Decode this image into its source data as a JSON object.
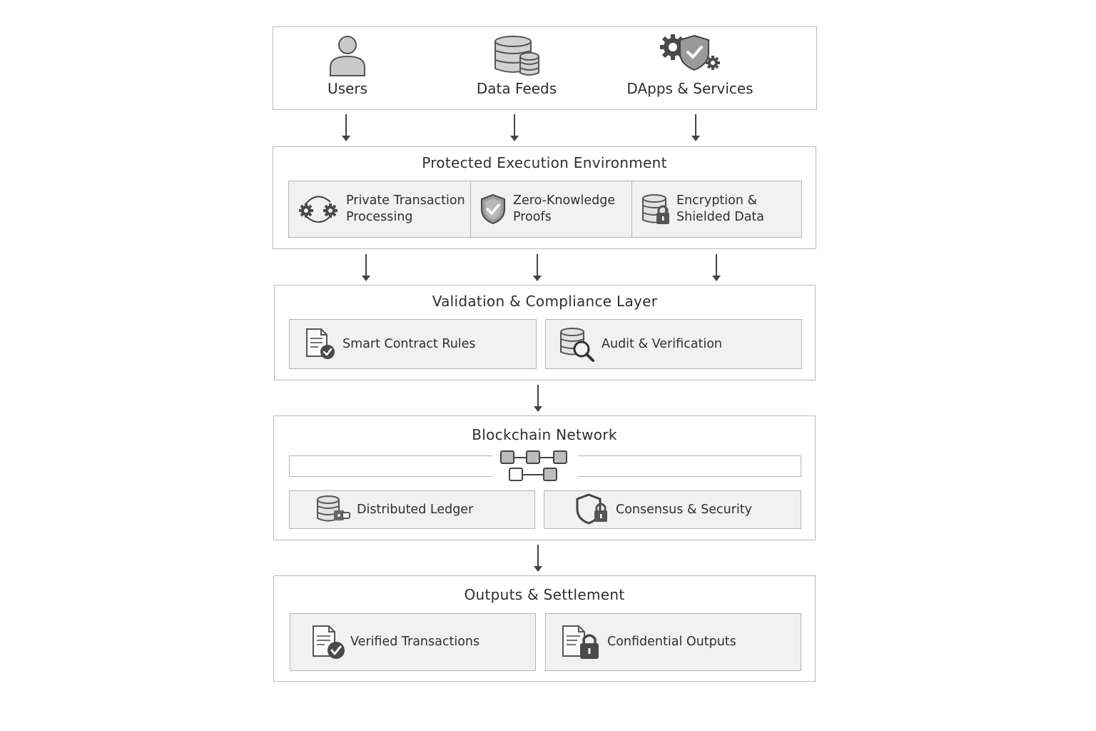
{
  "sources": {
    "users": "Users",
    "data_feeds": "Data Feeds",
    "dapps": "DApps & Services"
  },
  "protected_env": {
    "title": "Protected Execution Environment",
    "private_tx": [
      "Private Transaction",
      "Processing"
    ],
    "zk_proofs": [
      "Zero-Knowledge",
      "Proofs"
    ],
    "encryption": [
      "Encryption &",
      "Shielded Data"
    ]
  },
  "validation": {
    "title": "Validation & Compliance Layer",
    "smart_contract": "Smart Contract Rules",
    "audit": "Audit & Verification"
  },
  "blockchain": {
    "title": "Blockchain Network",
    "ledger": "Distributed Ledger",
    "consensus": "Consensus & Security"
  },
  "outputs": {
    "title": "Outputs & Settlement",
    "verified": "Verified Transactions",
    "confidential": "Confidential Outputs"
  },
  "colors": {
    "border": "#b9b9b9",
    "card_fill": "#f1f1f1",
    "icon_gray": "#8c8c8c",
    "icon_dark": "#555555"
  }
}
